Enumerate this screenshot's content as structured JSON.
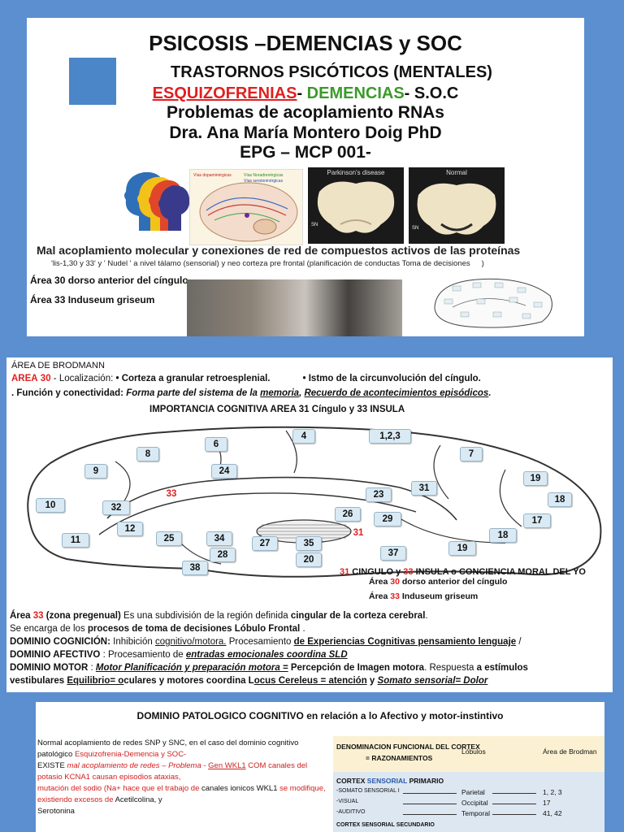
{
  "slide1": {
    "title": "PSICOSIS –DEMENCIAS y SOC",
    "subtitle1": "TRASTORNOS PSICÓTICOS (MENTALES)",
    "subtitle2_red": "ESQUIZOFRENIAS",
    "subtitle2_sep1": "- ",
    "subtitle2_green": "DEMENCIAS",
    "subtitle2_rest": "- S.O.C",
    "subtitle3": "Problemas de acoplamiento RNAs",
    "subtitle4": "Dra. Ana María Montero Doig PhD",
    "subtitle5": "EPG – MCP 001-",
    "pd_label_1": "Parkinson's disease",
    "pd_label_2": "Normal",
    "pd_sn": "SN",
    "pathway_label_1": "Vías dopaminérgicas",
    "pathway_label_2": "Vías serotoninérgicas",
    "pathway_label_3": "Vías Noradrenérgicas",
    "line1": "Mal acoplamiento molecular y conexiones de red de compuestos activos de las proteínas",
    "line2": "'lis-1,30 y 33' y ' Nudel ' a nivel tálamo (sensorial) y neo corteza pre frontal (planificación de conductas Toma de decisiones",
    "line2_end": ")",
    "area30": "Área 30 dorso anterior del cíngulo",
    "area33": "Área 33 Induseum griseum"
  },
  "slide2": {
    "header": "ÁREA DE BRODMANN",
    "row1_area": "AREA",
    "row1_num": "30",
    "row1_loc": " - Localización: ",
    "row1_b1": "• Corteza a granular retroesplenial.",
    "row1_b2": "• Istmo de la circunvolución del cíngulo.",
    "row2_a": ". Función y conectividad: ",
    "row2_b": "Forma parte del sistema de la ",
    "row2_c": "memoria",
    "row2_d": ", ",
    "row2_e": "Recuerdo de acontecimientos episódicos",
    "row2_f": ".",
    "importance": "IMPORTANCIA COGNITIVA AREA 31  Cíngulo y 33  INSULA",
    "badges": [
      "4",
      "1,2,3",
      "6",
      "8",
      "7",
      "9",
      "24",
      "19",
      "31",
      "18",
      "23",
      "33",
      "10",
      "32",
      "26",
      "29",
      "17",
      "12",
      "25",
      "34",
      "27",
      "35",
      "31",
      "18",
      "11",
      "19",
      "28",
      "37",
      "20",
      "38"
    ],
    "cing_num1": "31",
    "cing_text1": " CINGULO  y ",
    "cing_num2": "33",
    "cing_text2": " INSULA o CONCIENCIA MORAL DEL YO",
    "ov_area30_a": "Área ",
    "ov_area30_num": "30",
    "ov_area30_b": " dorso anterior del cíngulo",
    "ov_area33_a": "Área ",
    "ov_area33_num": "33",
    "ov_area33_b": " Induseum griseum",
    "p1_a": "Área ",
    "p1_num": "33",
    "p1_b": " (zona pregenual)",
    "p1_c": " Es una subdivisión de la región definida ",
    "p1_d": "cingular de la corteza cerebral",
    "p1_e": ".",
    "p2_a": "Se encarga de los ",
    "p2_b": "procesos de toma de decisiones Lóbulo Frontal",
    "p2_c": " .",
    "p3_a": "DOMINIO COGNICIÓN:",
    "p3_b": " Inhibición ",
    "p3_c": "cognitivo/motora.",
    "p3_d": " Procesamiento ",
    "p3_e": "de Experiencias Cognitivas pensamiento lenguaje",
    "p3_f": "  /",
    "p4_a": "DOMINIO AFECTIVO",
    "p4_b": " : Procesamiento de ",
    "p4_c": "entradas emocionales coordina SLD",
    "p5_a": "DOMINIO MOTOR",
    "p5_b": " : ",
    "p5_c": "Motor Planificación y preparación motora =",
    "p5_d": " Percepción de Imagen motora",
    "p5_e": ". Respuesta ",
    "p5_f": "a estímulos",
    "p6_a": "vestibulares ",
    "p6_b": "Equilibrio= o",
    "p6_c": "culares y motores  coordina L",
    "p6_d": "ocus Cereleus = atención",
    "p6_e": "  y  ",
    "p6_f": "Somato sensorial= Dolor"
  },
  "slide3": {
    "title": "DOMINIO PATOLOGICO  COGNITIVO  en relación a lo Afectivo y motor-instintivo",
    "l1_a": "Normal acoplamiento de redes SNP y SNC, en el caso del dominio cognitivo patológico  ",
    "l1_b": "Esquizofrenia-Demencia y SOC-",
    "l2_a": "EXISTE ",
    "l2_b": "mal acoplamiento de redes – Problema - ",
    "l2_c": "Gen WKL1",
    "l2_d": " COM canales del potasio KCNA1 causan episodios ataxias,",
    "l3_a": "mutación del sodio (Na+ hace que el trabajo de ",
    "l3_b": "canales ionicos WKL1",
    "l3_c": " se modifique, existiendo excesos de ",
    "l3_d": "Acetilcolina,",
    "l3_e": "  y",
    "l4": "Serotonina",
    "table_head_1": "DENOMINACION FUNCIONAL DEL CORTEX",
    "table_head_1b": "= RAZONAMIENTOS",
    "table_head_2": "Lóbulos",
    "table_head_3": "Área de Brodman",
    "cortex_a": "CORTEX ",
    "cortex_b": "SENSORIAL",
    "cortex_c": " PRIMARIO",
    "rows": [
      {
        "label": "-SOMATO SENSORIAL I",
        "lobe": "Parietal",
        "area": "1, 2, 3"
      },
      {
        "label": "-VISUAL",
        "lobe": "Occipital",
        "area": "17"
      },
      {
        "label": "-AUDITIVO",
        "lobe": "Temporal",
        "area": "41, 42"
      }
    ],
    "cortex2": "CORTEX SENSORIAL SECUNDARIO"
  }
}
